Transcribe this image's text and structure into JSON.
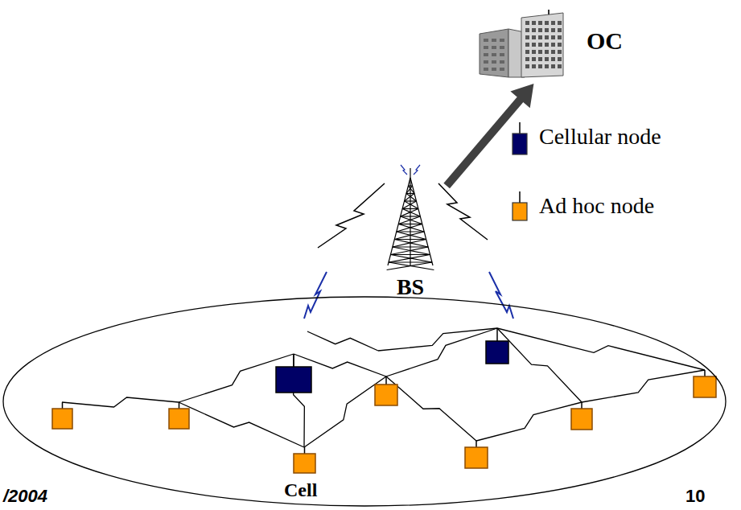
{
  "diagram": {
    "nodes": [
      {
        "text": [
          "OC"
        ]
      },
      {
        "text": [
          "BS"
        ]
      },
      {
        "text": [
          "Cell"
        ]
      }
    ],
    "edges": [
      {
        "from": 1,
        "to": 0,
        "arrow": "to"
      }
    ],
    "labels": [
      "/2004",
      "10"
    ],
    "legend": [
      {
        "text": "Cellular node",
        "color": "#000066"
      },
      {
        "text": "Ad hoc node",
        "color": "#ff9900"
      }
    ]
  }
}
